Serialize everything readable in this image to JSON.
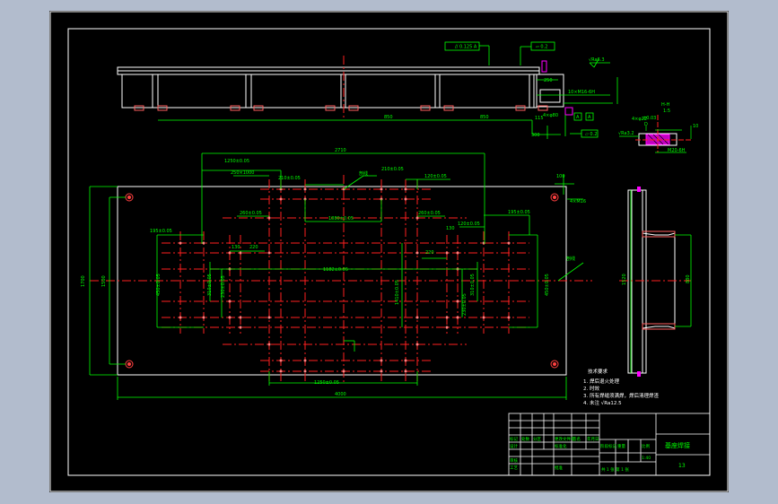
{
  "colors": {
    "background_outer": "#b2bccd",
    "sheet": "#000000",
    "frame": "#ffffff",
    "geometry": "#ffffff",
    "dimension": "#00ff00",
    "centerline": "#ff2020",
    "hatch": "#ff00ff",
    "point": "#ff8080"
  },
  "top_view": {
    "dim_label_250": "250",
    "dim_label_850_left": "850",
    "dim_label_850_right": "850",
    "dim_label_115": "115",
    "dim_label_300": "300",
    "dim_label_ra": "√Ra6.3",
    "dim_label_4x0": "4×φ80",
    "tol_parallel": "// 0.125 A",
    "tol_flat_top": "▱ 0.2",
    "tol_flat_bottom": "▱ 0.2",
    "tol_a1": "A",
    "tol_a2": "A",
    "dim_label_10": "10×M16-6H"
  },
  "plan": {
    "overall_width": "2710",
    "overall_length": "4000",
    "left_height_1": "1700",
    "left_height_2": "1500",
    "top_left_spacing": "1250±0.05",
    "label_250_1000": "250×1000",
    "dim_210a": "210±0.05",
    "dim_210b": "210±0.05",
    "dim_120": "120±0.05",
    "dim_1880": "1880±0.05",
    "dim_260": "260±0.05",
    "dim_260b": "260±0.05",
    "dim_180_left": "195±0.05",
    "dim_180_right": "195±0.05",
    "dim_120_right": "120±0.05",
    "dim_1182": "1182±0.05",
    "dim_1250_bottom": "1250±0.05",
    "dim_220_left": "220",
    "dim_220_right": "220",
    "dim_130_left": "130",
    "dim_130_right": "130",
    "v_dim_left": "450±0.05",
    "v_dim_mid_left": "310±0.05",
    "v_dim_mid": "1410±0.05",
    "v_dim_mid_right": "310±0.05",
    "v_dim_right": "450±0.05",
    "v_dim_inner_left": "230±0.05",
    "v_dim_inner_right": "230±0.05",
    "label_top_mark": "剖线",
    "label_right_mark": "剖线",
    "dim_100": "100",
    "dim_4x16": "4×M16"
  },
  "side_view": {
    "height": "1520",
    "inner": "880"
  },
  "detail": {
    "label_hh": "H-H",
    "label_scale": "1:5",
    "label_d": "D",
    "label_10": "10",
    "label_ra": "4×φ22",
    "label_003": "±0.03",
    "label_ra2": "√Ra3.2",
    "label_m": "M20-6H"
  },
  "notes": {
    "title": "技术要求",
    "line1": "1. 焊后退火处理",
    "line2": "2. 时效",
    "line3": "3. 所有焊缝须满焊，焊后清理焊渣",
    "line4": "4. 未注 √Ra12.5"
  },
  "title_block": {
    "part_name": "基座焊接",
    "scale_label": "比例",
    "scale_value": "1:40",
    "weight_label": "重量",
    "qty_label": "件数",
    "drawing_no": "13",
    "sheet_label": "共 1 张  第 1 张",
    "cells_left_1": "标记",
    "cells_left_2": "处数",
    "cells_left_3": "分区",
    "cells_left_4": "更改文件号",
    "cells_left_5": "签名",
    "cells_left_6": "年月日",
    "designer": "设计",
    "checker": "审核",
    "process": "工艺",
    "standard": "标准化",
    "approve": "批准",
    "stage_label": "阶段标记"
  }
}
